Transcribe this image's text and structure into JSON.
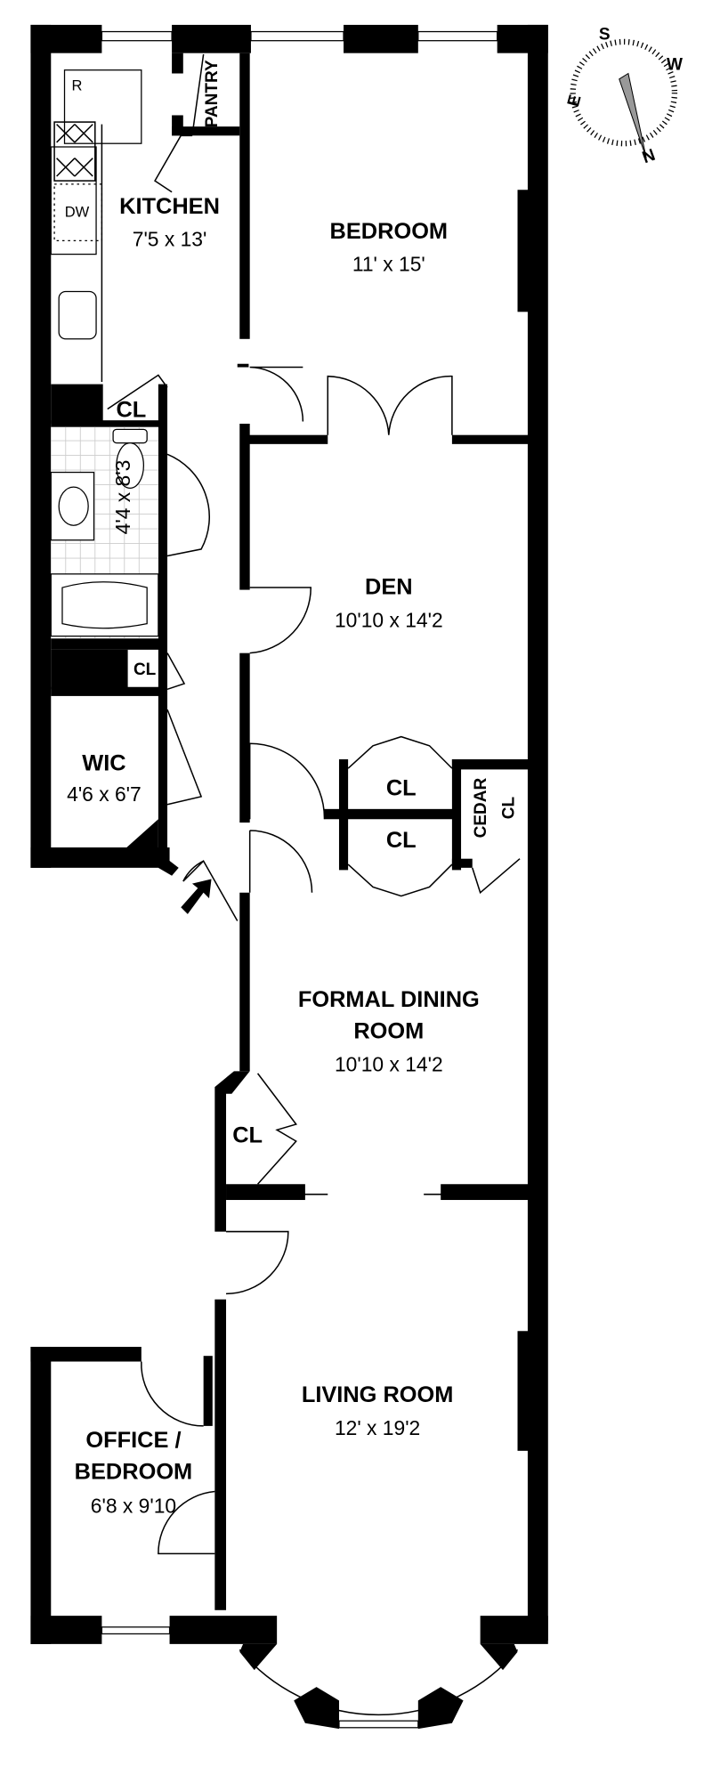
{
  "rooms": {
    "kitchen": {
      "name": "KITCHEN",
      "dims": "7'5 x 13'"
    },
    "bedroom": {
      "name": "BEDROOM",
      "dims": "11' x 15'"
    },
    "bath": {
      "dims": "4'4 x 8'3"
    },
    "den": {
      "name": "DEN",
      "dims": "10'10 x 14'2"
    },
    "wic": {
      "name": "WIC",
      "dims": "4'6 x 6'7"
    },
    "dining": {
      "name_line1": "FORMAL DINING",
      "name_line2": "ROOM",
      "dims": "10'10 x 14'2"
    },
    "living": {
      "name": "LIVING ROOM",
      "dims": "12' x 19'2"
    },
    "office": {
      "name_line1": "OFFICE /",
      "name_line2": "BEDROOM",
      "dims": "6'8 x 9'10"
    }
  },
  "labels": {
    "pantry": "PANTRY",
    "refrigerator": "R",
    "dishwasher": "DW",
    "closet": "CL",
    "cedar": "CEDAR",
    "cedar_cl": "CL"
  },
  "compass": {
    "s": "S",
    "w": "W",
    "e": "E",
    "n": "N"
  },
  "colors": {
    "wall": "#000000",
    "needle": "#999999"
  }
}
